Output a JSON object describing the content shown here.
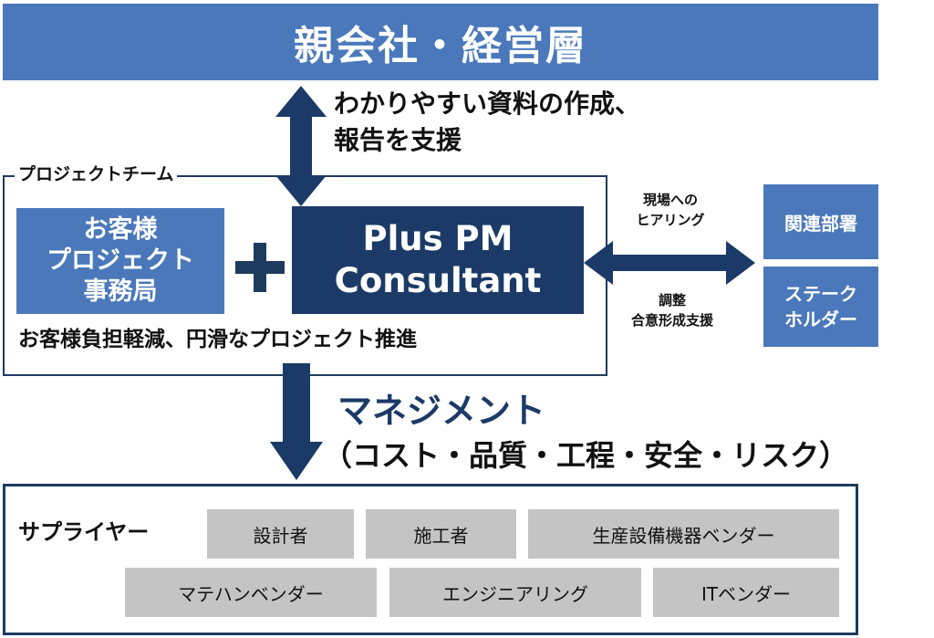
{
  "top_bar": {
    "title": "親会社・経営層"
  },
  "report_support": {
    "line1": "わかりやすい資料の作成、",
    "line2": "報告を支援"
  },
  "project_team": {
    "label": "プロジェクトチーム",
    "client_pmo": {
      "line1": "お客様",
      "line2": "プロジェクト",
      "line3": "事務局"
    },
    "plus": "+",
    "consultant": {
      "line1": "Plus PM",
      "line2": "Consultant"
    },
    "benefit": "お客様負担軽減、円滑なプロジェクト推進"
  },
  "side_links": {
    "hearing": {
      "line1": "現場への",
      "line2": "ヒアリング"
    },
    "coordination": {
      "line1": "調整",
      "line2": "合意形成支援"
    }
  },
  "stakeholders": {
    "related_dept": "関連部署",
    "stakeholder": {
      "line1": "ステーク",
      "line2": "ホルダー"
    }
  },
  "management": {
    "title": "マネジメント",
    "scope": "（コスト・品質・工程・安全・リスク）"
  },
  "suppliers": {
    "label": "サプライヤー",
    "items": [
      "設計者",
      "施工者",
      "生産設備機器ベンダー",
      "マテハンベンダー",
      "エンジニアリング",
      "ITベンダー"
    ]
  },
  "colors": {
    "mid_blue": "#4a78bb",
    "navy": "#1b3a67",
    "frame": "#1f3a5f",
    "supplier_gray": "#c4c4c4"
  }
}
